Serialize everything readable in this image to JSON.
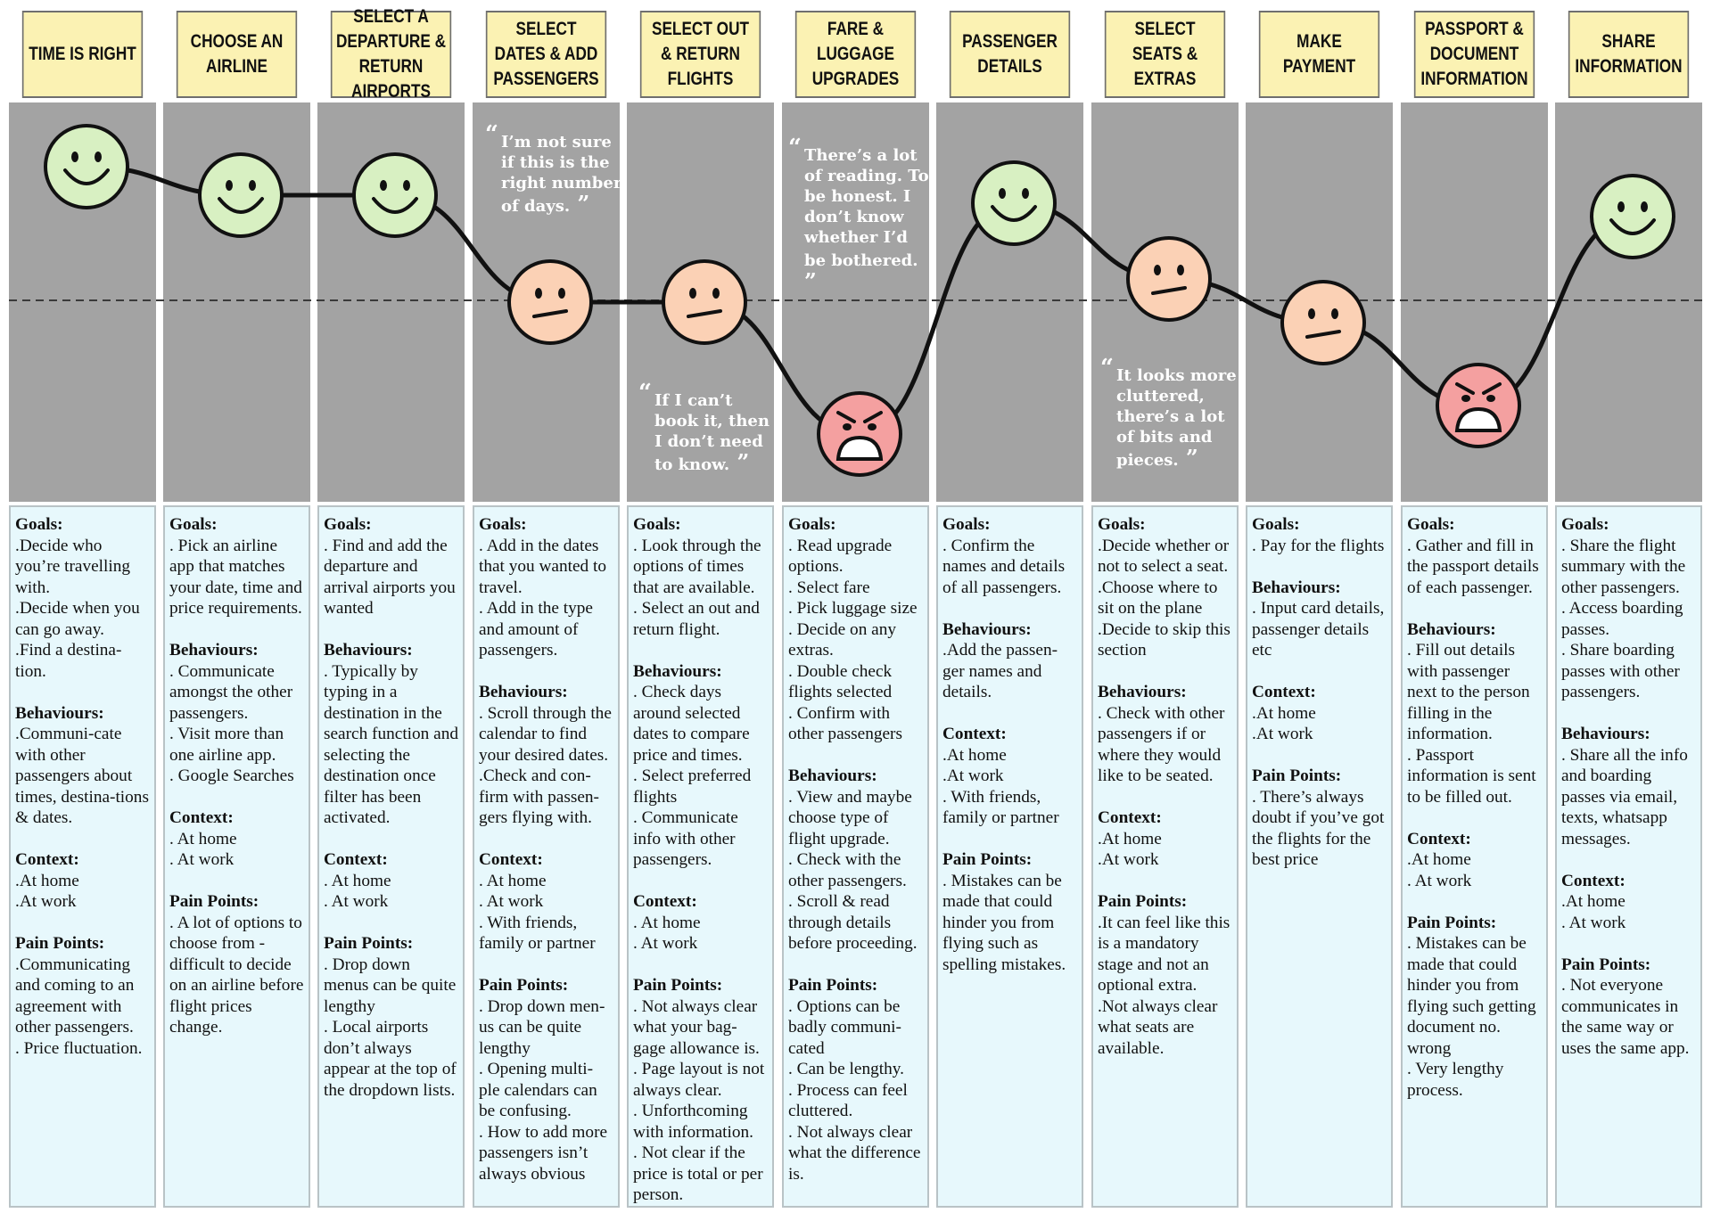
{
  "stages": [
    {
      "title": "TIME IS RIGHT",
      "mood": "happy",
      "goals_label": "Goals:",
      "goals": [
        ".Decide who you’re travelling with.",
        ".Decide when you can go away.",
        ".Find a destina-tion."
      ],
      "behaviours_label": "Behaviours:",
      "behaviours": [
        ".Communi-cate with other passengers about times, destina-tions & dates."
      ],
      "context_label": "Context:",
      "context": [
        ".At home",
        ".At work"
      ],
      "pain_label": "Pain Points:",
      "pain": [
        ".Communicating and coming to an agreement with other passengers.",
        ". Price fluctuation."
      ]
    },
    {
      "title": "CHOOSE AN AIRLINE",
      "mood": "happy",
      "goals_label": "Goals:",
      "goals": [
        ". Pick an airline app that matches your date, time and price requirements."
      ],
      "behaviours_label": "Behaviours:",
      "behaviours": [
        ". Communicate amongst the other passengers.",
        ". Visit more than one airline app.",
        ". Google Searches"
      ],
      "context_label": "Context:",
      "context": [
        ". At home",
        ". At work"
      ],
      "pain_label": "Pain Points:",
      "pain": [
        ". A lot of options to choose from - difficult to decide on an airline before flight prices change."
      ]
    },
    {
      "title": "SELECT A DEPARTURE & RETURN AIRPORTS",
      "mood": "happy",
      "goals_label": "Goals:",
      "goals": [
        ". Find and add the departure and arrival airports you wanted"
      ],
      "behaviours_label": "Behaviours:",
      "behaviours": [
        ". Typically by typing in a destination in the search function and selecting the destination once filter has been activated."
      ],
      "context_label": "Context:",
      "context": [
        ". At home",
        ". At work"
      ],
      "pain_label": "Pain Points:",
      "pain": [
        ". Drop down menus can be quite lengthy",
        ". Local airports don’t always appear at the top of the dropdown lists."
      ]
    },
    {
      "title": "SELECT DATES & ADD PASSENGERS",
      "mood": "neutral",
      "quote": "I’m not sure if this is the right number of days.",
      "goals_label": "Goals:",
      "goals": [
        ". Add in the dates that you wanted to travel.",
        ". Add in the type and amount of passengers."
      ],
      "behaviours_label": "Behaviours:",
      "behaviours": [
        ". Scroll through the calendar to find your desired dates.",
        ".Check and con-firm with passen-gers flying with."
      ],
      "context_label": "Context:",
      "context": [
        ". At home",
        ". At work",
        ". With friends, family or partner"
      ],
      "pain_label": "Pain Points:",
      "pain": [
        ". Drop down men-us can be quite lengthy",
        ". Opening multi-ple calendars can be confusing.",
        ". How to add more passengers isn’t always obvious"
      ]
    },
    {
      "title": "SELECT OUT & RETURN FLIGHTS",
      "mood": "neutral",
      "quote": "If I can’t book it, then I don’t need to know.",
      "goals_label": "Goals:",
      "goals": [
        ". Look through the options of times that are available.",
        ". Select an out and return flight."
      ],
      "behaviours_label": "Behaviours:",
      "behaviours": [
        ". Check days around selected dates to compare price and times.",
        ". Select preferred flights",
        ". Communicate info with other passengers."
      ],
      "context_label": "Context:",
      "context": [
        ". At home",
        ". At work"
      ],
      "pain_label": "Pain Points:",
      "pain": [
        ". Not always clear what your bag-gage allowance is.",
        ". Page layout is not always clear.",
        ". Unforthcoming with information.",
        ". Not clear if the price is total or per person."
      ]
    },
    {
      "title": "FARE & LUGGAGE UPGRADES",
      "mood": "angry",
      "quote": "There’s a lot of reading. To be honest. I don’t know whether I’d be bothered.",
      "goals_label": "Goals:",
      "goals": [
        ". Read upgrade options.",
        ". Select fare",
        ". Pick luggage size",
        ". Decide on any extras.",
        ". Double check flights selected",
        ". Confirm with other passengers"
      ],
      "behaviours_label": "Behaviours:",
      "behaviours": [
        ". View and maybe choose type of flight upgrade.",
        ". Check with the other passengers.",
        ". Scroll & read through details before proceeding."
      ],
      "context_label": "",
      "context": [],
      "pain_label": "Pain Points:",
      "pain": [
        ". Options can be badly communi-cated",
        ". Can be lengthy.",
        ". Process can feel cluttered.",
        ". Not always clear what the difference is."
      ]
    },
    {
      "title": "PASSENGER DETAILS",
      "mood": "happy",
      "goals_label": "Goals:",
      "goals": [
        ". Confirm the names and details of all passengers."
      ],
      "behaviours_label": "Behaviours:",
      "behaviours": [
        ".Add the passen-ger names and details."
      ],
      "context_label": "Context:",
      "context": [
        ".At home",
        ".At work",
        ". With friends, family or partner"
      ],
      "pain_label": "Pain Points:",
      "pain": [
        ". Mistakes can be made that could hinder you from flying such as spelling mistakes."
      ]
    },
    {
      "title": "SELECT SEATS & EXTRAS",
      "mood": "neutral",
      "quote": "It looks more cluttered, there’s a lot of bits and pieces.",
      "goals_label": "Goals:",
      "goals": [
        ".Decide whether or not to select a seat.",
        ".Choose where to sit on the plane",
        ".Decide to skip this section"
      ],
      "behaviours_label": "Behaviours:",
      "behaviours": [
        ". Check with other passengers if or where they would like to be seated."
      ],
      "context_label": "Context:",
      "context": [
        ".At home",
        ".At work"
      ],
      "pain_label": "Pain Points:",
      "pain": [
        ".It can feel like this is a mandatory stage and not an optional extra.",
        ".Not always clear what seats are available."
      ]
    },
    {
      "title": "MAKE PAYMENT",
      "mood": "neutral",
      "goals_label": "Goals:",
      "goals": [
        ". Pay for the flights"
      ],
      "behaviours_label": "Behaviours:",
      "behaviours": [
        ". Input card details, passenger details etc"
      ],
      "context_label": "Context:",
      "context": [
        ".At home",
        ".At work"
      ],
      "pain_label": "Pain Points:",
      "pain": [
        ". There’s always doubt if you’ve got the flights for the best price"
      ]
    },
    {
      "title": "PASSPORT & DOCUMENT INFORMATION",
      "mood": "angry",
      "goals_label": "Goals:",
      "goals": [
        ". Gather and fill in the passport details of each passenger."
      ],
      "behaviours_label": "Behaviours:",
      "behaviours": [
        ". Fill out details with passenger next to the person filling in the information.",
        ". Passport information is sent to be filled out."
      ],
      "context_label": "Context:",
      "context": [
        ".At home",
        ". At work"
      ],
      "pain_label": "Pain Points:",
      "pain": [
        ". Mistakes can be made that could hinder you from flying such getting document no. wrong",
        ". Very lengthy process."
      ]
    },
    {
      "title": "SHARE INFORMATION",
      "mood": "happy",
      "goals_label": "Goals:",
      "goals": [
        ". Share the flight summary with the other passengers.",
        ". Access boarding passes.",
        ". Share boarding passes with other passengers."
      ],
      "behaviours_label": "Behaviours:",
      "behaviours": [
        ". Share all the info and boarding passes via email, texts, whatsapp messages."
      ],
      "context_label": "Context:",
      "context": [
        ".At home",
        ". At work"
      ],
      "pain_label": "Pain Points:",
      "pain": [
        ". Not everyone communicates in the same way or uses the same app."
      ]
    }
  ],
  "emotion_levels": [
    0.87,
    0.8,
    0.8,
    0.45,
    0.45,
    0.15,
    0.85,
    0.48,
    0.4,
    0.2,
    0.8
  ],
  "colors": {
    "header_bg": "#fbf2b3",
    "lane_bg": "#a3a3a3",
    "card_bg": "#e7f8fc",
    "happy": "#d8f0c2",
    "neutral": "#fbd1b5",
    "angry": "#f4a0a0"
  }
}
